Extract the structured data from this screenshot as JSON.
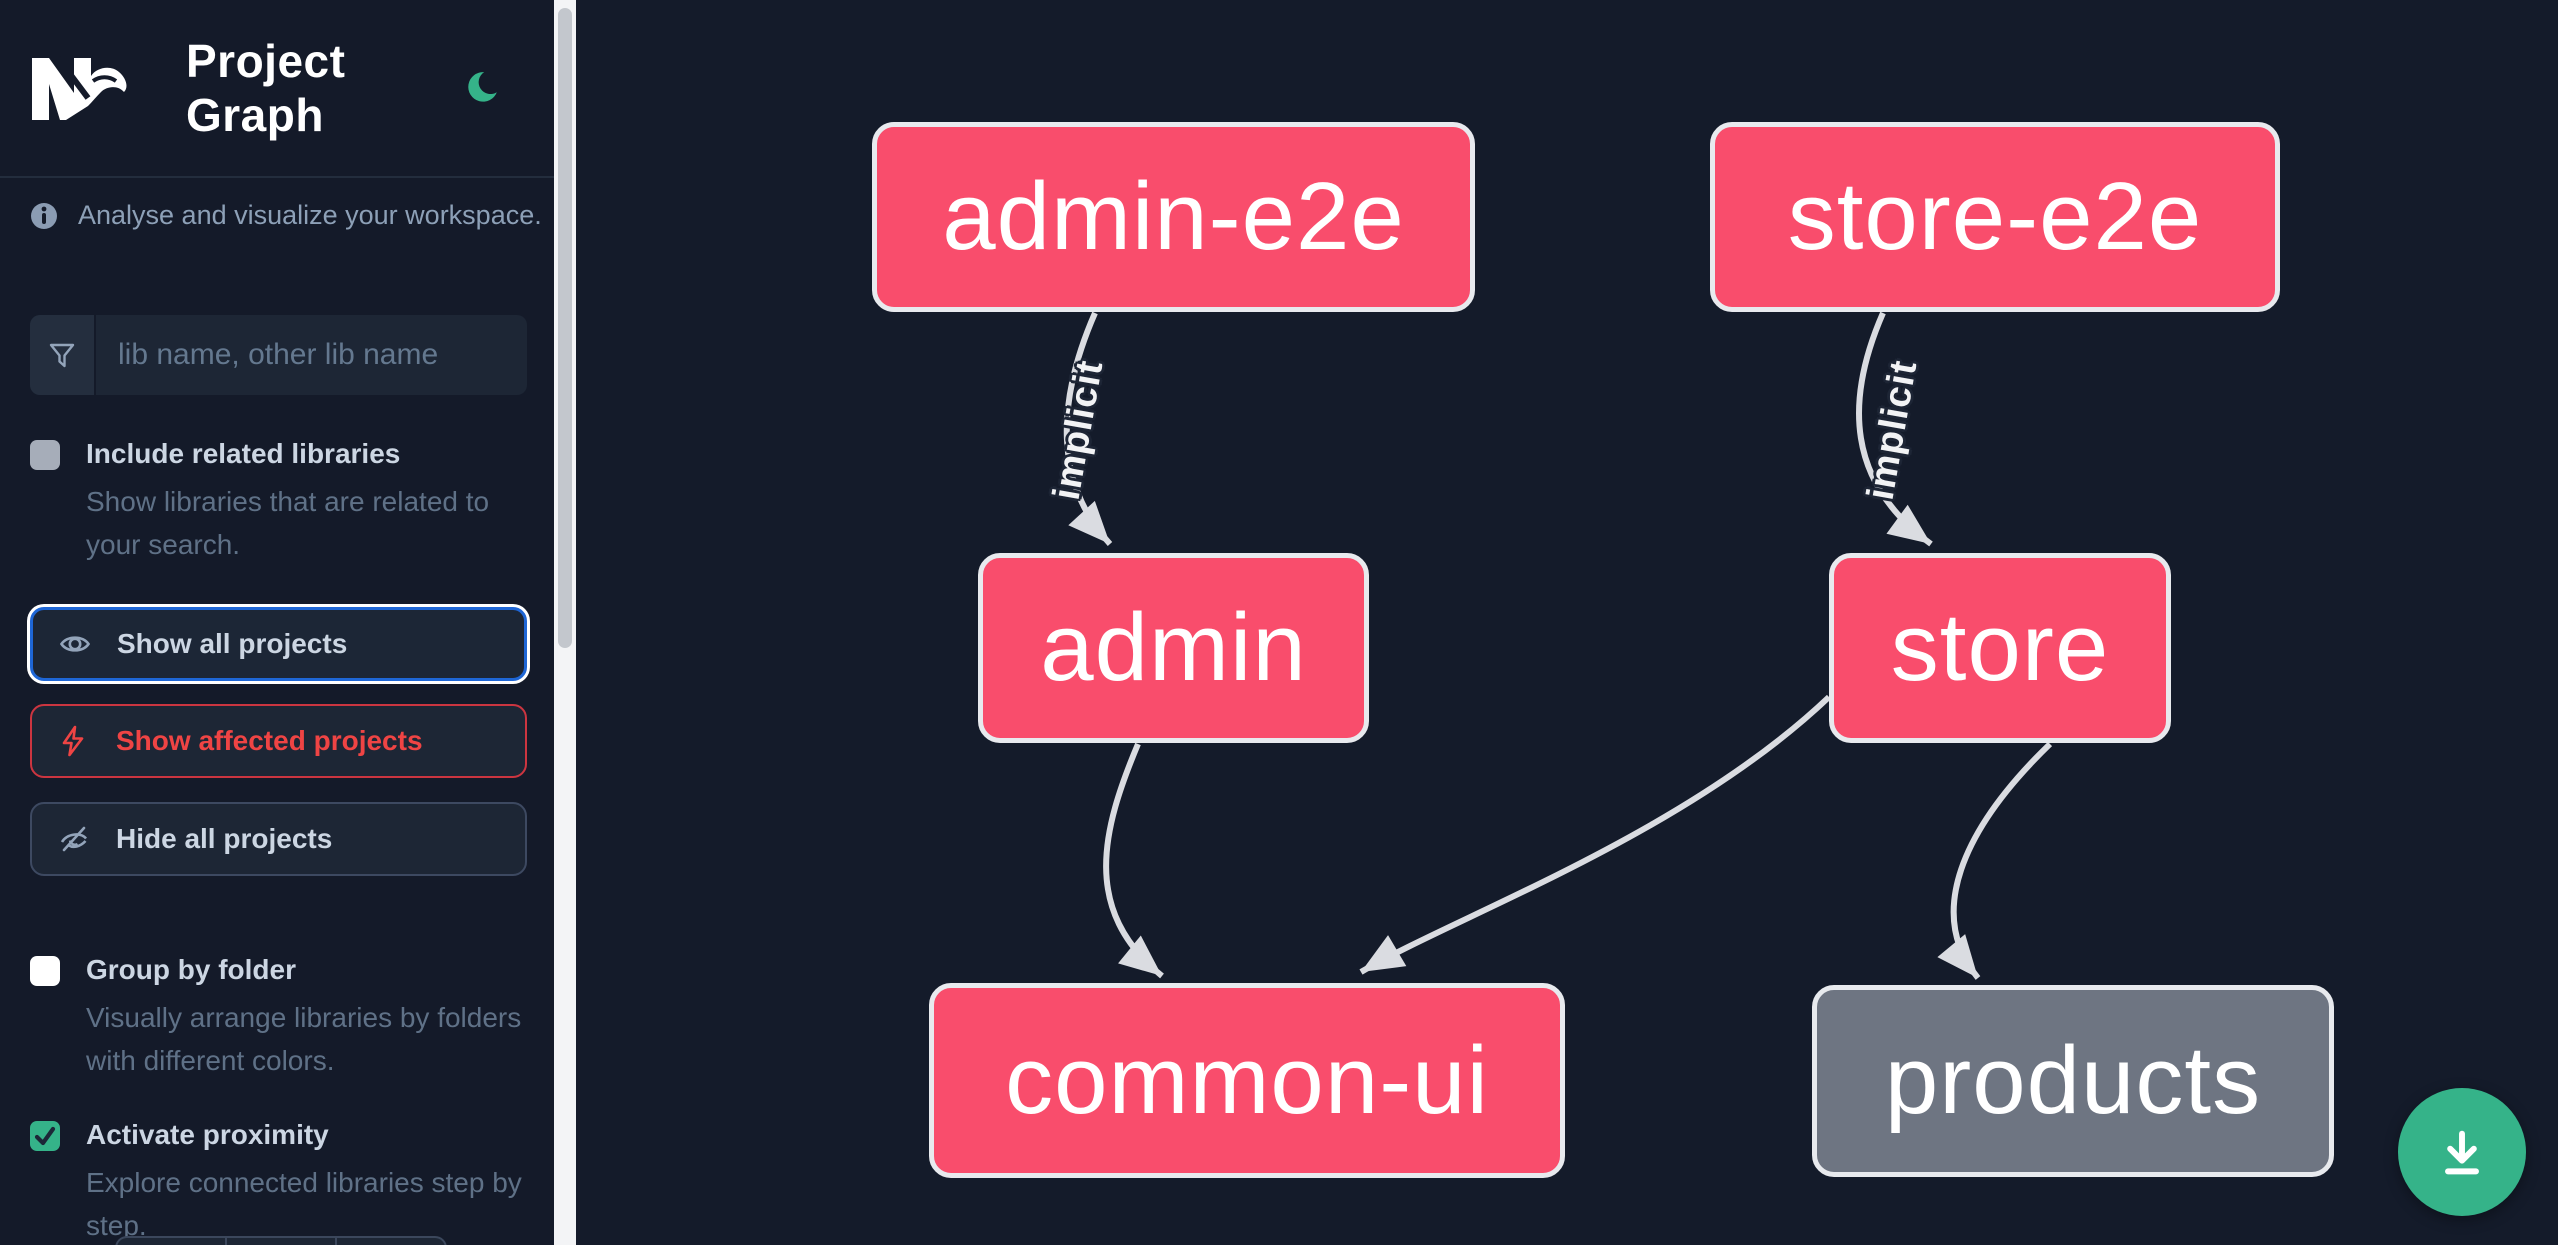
{
  "app": {
    "title": "Project Graph",
    "tagline": "Analyse and visualize your workspace.",
    "theme_icon": "moon-icon",
    "logo_icon": "nx-logo"
  },
  "sidebar": {
    "search": {
      "placeholder": "lib name, other lib name",
      "value": "",
      "icon": "filter-funnel-icon"
    },
    "toggles": [
      {
        "label": "Include related libraries",
        "description": "Show libraries that are related to your search.",
        "checked": false
      },
      {
        "label": "Group by folder",
        "description": "Visually arrange libraries by folders with different colors.",
        "checked": false
      },
      {
        "label": "Activate proximity",
        "description": "Explore connected libraries step by step.",
        "checked": true
      }
    ],
    "buttons": [
      {
        "label": "Show all projects",
        "icon": "eye-icon",
        "state": "focused"
      },
      {
        "label": "Show affected projects",
        "icon": "bolt-icon",
        "state": "danger"
      },
      {
        "label": "Hide all projects",
        "icon": "eye-off-icon",
        "state": "default"
      }
    ]
  },
  "graph": {
    "nodes": [
      {
        "id": "admin-e2e",
        "label": "admin-e2e",
        "type": "app-e2e",
        "color": "#f94d6c"
      },
      {
        "id": "store-e2e",
        "label": "store-e2e",
        "type": "app-e2e",
        "color": "#f94d6c"
      },
      {
        "id": "admin",
        "label": "admin",
        "type": "app",
        "color": "#f94d6c"
      },
      {
        "id": "store",
        "label": "store",
        "type": "app",
        "color": "#f94d6c"
      },
      {
        "id": "common-ui",
        "label": "common-ui",
        "type": "lib",
        "color": "#f94d6c"
      },
      {
        "id": "products",
        "label": "products",
        "type": "lib",
        "color": "#6e7582"
      }
    ],
    "edges": [
      {
        "source": "admin-e2e",
        "target": "admin",
        "label": "implicit"
      },
      {
        "source": "store-e2e",
        "target": "store",
        "label": "implicit"
      },
      {
        "source": "admin",
        "target": "common-ui",
        "label": ""
      },
      {
        "source": "store",
        "target": "common-ui",
        "label": ""
      },
      {
        "source": "store",
        "target": "products",
        "label": ""
      }
    ]
  },
  "fab": {
    "icon": "download-icon"
  },
  "colors": {
    "background": "#141a29",
    "node_pink": "#f94d6c",
    "node_gray": "#6e7582",
    "node_border": "#e8eaee",
    "edge": "#dadce1",
    "accent_green": "#35b389",
    "focus_blue": "#1e66d6",
    "danger_red": "#ef4444",
    "label_text": "#ccd6e3",
    "muted_text": "#5f7187"
  }
}
